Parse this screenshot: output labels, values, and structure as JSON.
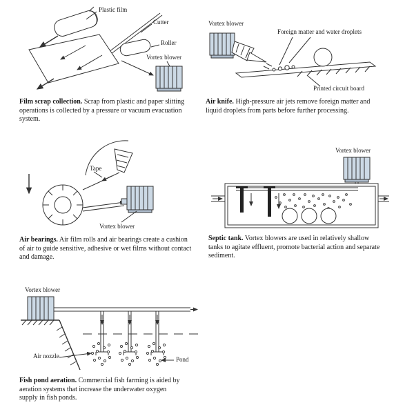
{
  "page": {
    "background": "#ffffff",
    "line_color": "#333333",
    "blower_fill": "#ccd9e5"
  },
  "panels": {
    "film_scrap": {
      "labels": {
        "plastic_film": "Plastic film",
        "cutter": "Cutter",
        "roller": "Roller",
        "vortex_blower": "Vortex blower"
      },
      "caption_title": "Film scrap collection.",
      "caption_body": " Scrap from plastic and paper slitting operations is collected by a pressure or vacuum evacuation system."
    },
    "air_knife": {
      "labels": {
        "vortex_blower": "Vortex blower",
        "foreign_matter": "Foreign matter and water droplets",
        "pcb": "Printed circuit board"
      },
      "caption_title": "Air knife.",
      "caption_body": " High-pressure air jets remove foreign matter and liquid droplets from parts before further processing."
    },
    "air_bearings": {
      "labels": {
        "tape": "Tape",
        "vortex_blower": "Vortex blower"
      },
      "caption_title": "Air bearings.",
      "caption_body": " Air film rolls and air bearings create a cushion of air to guide sensitive, adhesive or wet films without contact and damage."
    },
    "septic_tank": {
      "labels": {
        "vortex_blower": "Vortex blower"
      },
      "caption_title": "Septic tank.",
      "caption_body": " Vortex blowers are used in relatively shallow tanks to agitate effluent, promote bacterial action and separate sediment."
    },
    "fish_pond": {
      "labels": {
        "vortex_blower": "Vortex blower",
        "air_nozzle": "Air nozzle",
        "pond": "Pond"
      },
      "caption_title": "Fish pond aeration.",
      "caption_body": " Commercial fish farming is aided by aeration systems that increase the underwater oxygen supply in fish ponds."
    }
  }
}
